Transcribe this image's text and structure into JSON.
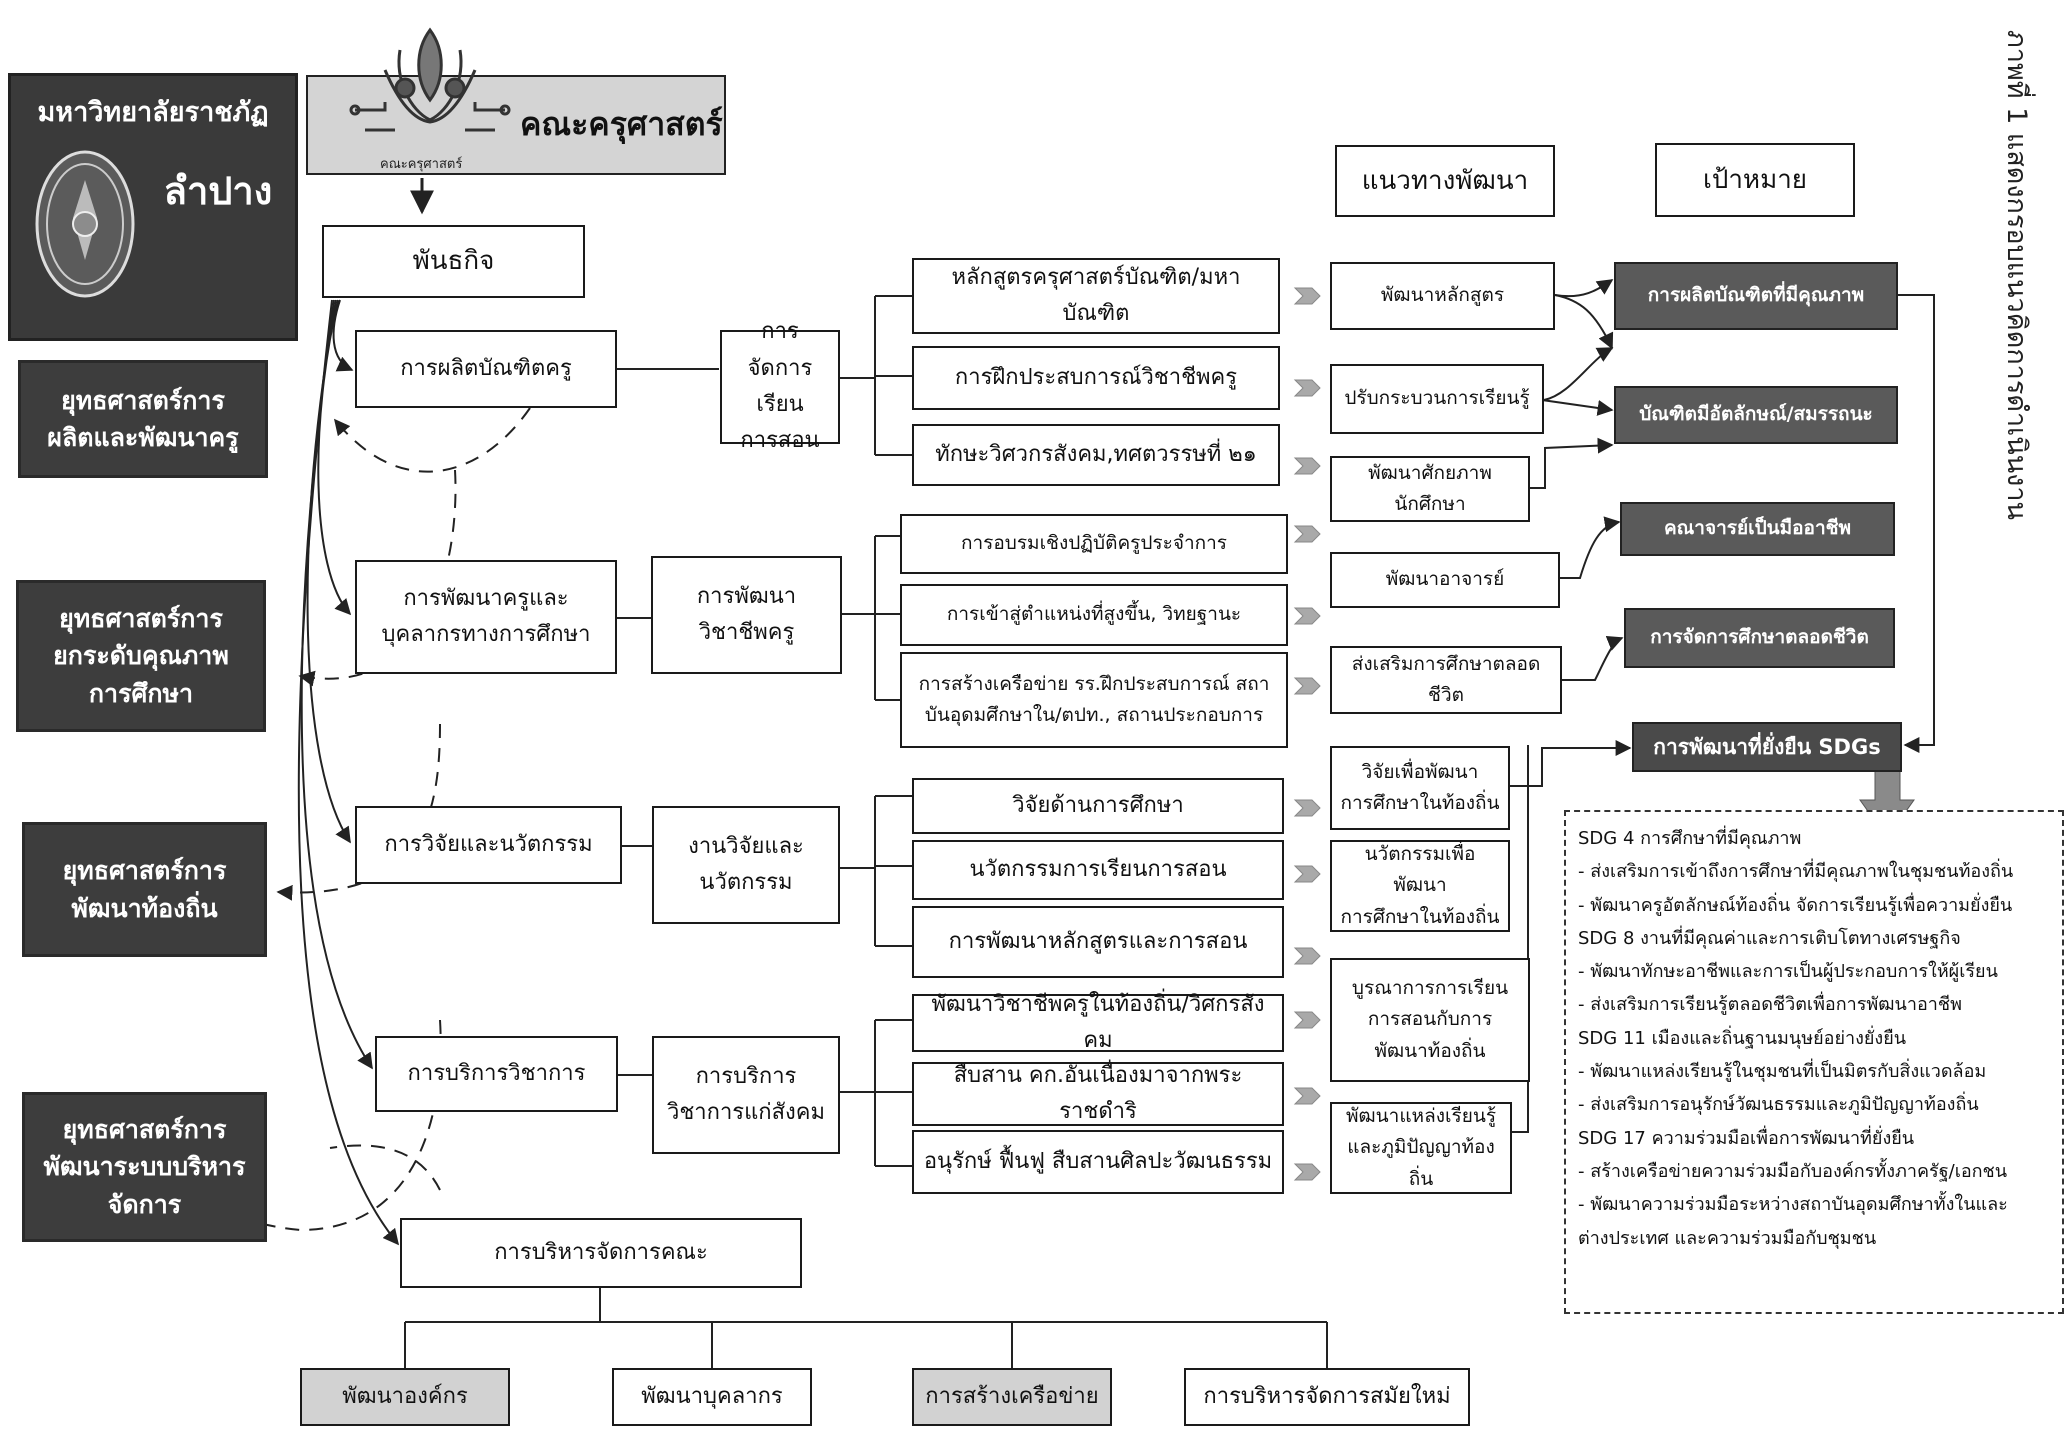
{
  "university": {
    "line1": "มหาวิทยาลัยราชภัฏ",
    "line2": "ลำปาง"
  },
  "faculty": {
    "name": "คณะครุศาสตร์",
    "logo_caption": "คณะครุศาสตร์"
  },
  "figure_title": "ภาพที่ 1 แสดงกรอบแนวคิดการดำเนินงาน",
  "mission": "พันธกิจ",
  "strategies": [
    {
      "lines": [
        "ยุทธศาสตร์การ",
        "ผลิตและพัฒนาครู"
      ]
    },
    {
      "lines": [
        "ยุทธศาสตร์การ",
        "ยกระดับคุณภาพ",
        "การศึกษา"
      ]
    },
    {
      "lines": [
        "ยุทธศาสตร์การ",
        "พัฒนาท้องถิ่น"
      ]
    },
    {
      "lines": [
        "ยุทธศาสตร์การ",
        "พัฒนาระบบบริหาร",
        "จัดการ"
      ]
    }
  ],
  "missions": [
    {
      "lines": [
        "การผลิตบัณฑิตครู"
      ]
    },
    {
      "lines": [
        "การพัฒนาครูและ",
        "บุคลากรทางการศึกษา"
      ]
    },
    {
      "lines": [
        "การวิจัยและนวัตกรรม"
      ]
    },
    {
      "lines": [
        "การบริการวิชาการ"
      ]
    },
    {
      "lines": [
        "การบริหารจัดการคณะ"
      ]
    }
  ],
  "areas": [
    {
      "lines": [
        "การจัดการเรียน",
        "การสอน"
      ]
    },
    {
      "lines": [
        "การพัฒนา",
        "วิชาชีพครู"
      ]
    },
    {
      "lines": [
        "งานวิจัยและ",
        "นวัตกรรม"
      ]
    },
    {
      "lines": [
        "การบริการ",
        "วิชาการแก่สังคม"
      ]
    }
  ],
  "activities": [
    "หลักสูตรครุศาสตร์บัณฑิต/มหาบัณฑิต",
    "การฝึกประสบการณ์วิชาชีพครู",
    "ทักษะวิศวกรสังคม,ทศตวรรษที่ ๒๑",
    "การอบรมเชิงปฏิบัติครูประจำการ",
    "การเข้าสู่ตำแหน่งที่สูงขึ้น, วิทยฐานะ",
    "การสร้างเครือข่าย รร.ฝึกประสบการณ์ สถา|บันอุดมศึกษาใน/ตปท., สถานประกอบการ",
    "วิจัยด้านการศึกษา",
    "นวัตกรรมการเรียนการสอน",
    "การพัฒนาหลักสูตรและการสอน",
    "พัฒนาวิชาชีพครูในท้องถิ่น/วิศกรสังคม",
    "สืบสาน คก.อันเนื่องมาจากพระราชดำริ",
    "อนุรักษ์ ฟื้นฟู สืบสานศิลปะวัฒนธรรม"
  ],
  "headers": {
    "guidelines": "แนวทางพัฒนา",
    "goals": "เป้าหมาย"
  },
  "guidelines": [
    "พัฒนาหลักสูตร",
    "ปรับกระบวนการเรียนรู้",
    "พัฒนาศักยภาพนักศึกษา",
    "พัฒนาอาจารย์",
    "ส่งเสริมการศึกษาตลอดชีวิต",
    "วิจัยเพื่อพัฒนา|การศึกษาในท้องถิ่น",
    "นวัตกรรมเพื่อพัฒนา|การศึกษาในท้องถิ่น",
    "บูรณาการการเรียน|การสอนกับการ|พัฒนาท้องถิ่น",
    "พัฒนาแหล่งเรียนรู้|และภูมิปัญญาท้องถิ่น"
  ],
  "goals": [
    "การผลิตบัณฑิตที่มีคุณภาพ",
    "บัณฑิตมีอัตลักษณ์/สมรรถนะ",
    "คณาจารย์เป็นมืออาชีพ",
    "การจัดการศึกษาตลอดชีวิต",
    "การพัฒนาที่ยั่งยืน SDGs"
  ],
  "management": [
    "พัฒนาองค์กร",
    "พัฒนาบุคลากร",
    "การสร้างเครือข่าย",
    "การบริหารจัดการสมัยใหม่"
  ],
  "sdg": [
    {
      "title": "SDG 4 การศึกษาที่มีคุณภาพ",
      "items": [
        "- ส่งเสริมการเข้าถึงการศึกษาที่มีคุณภาพในชุมชนท้องถิ่น",
        "- พัฒนาครูอัตลักษณ์ท้องถิ่น จัดการเรียนรู้เพื่อความยั่งยืน"
      ]
    },
    {
      "title": "SDG 8 งานที่มีคุณค่าและการเติบโตทางเศรษฐกิจ",
      "items": [
        "- พัฒนาทักษะอาชีพและการเป็นผู้ประกอบการให้ผู้เรียน",
        "- ส่งเสริมการเรียนรู้ตลอดชีวิตเพื่อการพัฒนาอาชีพ"
      ]
    },
    {
      "title": "SDG 11 เมืองและถิ่นฐานมนุษย์อย่างยั่งยืน",
      "items": [
        "- พัฒนาแหล่งเรียนรู้ในชุมชนที่เป็นมิตรกับสิ่งแวดล้อม",
        "- ส่งเสริมการอนุรักษ์วัฒนธรรมและภูมิปัญญาท้องถิ่น"
      ]
    },
    {
      "title": "SDG 17 ความร่วมมือเพื่อการพัฒนาที่ยั่งยืน",
      "items": [
        "- สร้างเครือข่ายความร่วมมือกับองค์กรทั้งภาครัฐ/เอกชน",
        "- พัฒนาความร่วมมือระหว่างสถาบันอุดมศึกษาทั้งในและ",
        "ต่างประเทศ และความร่วมมือกับชุมชน"
      ]
    }
  ]
}
